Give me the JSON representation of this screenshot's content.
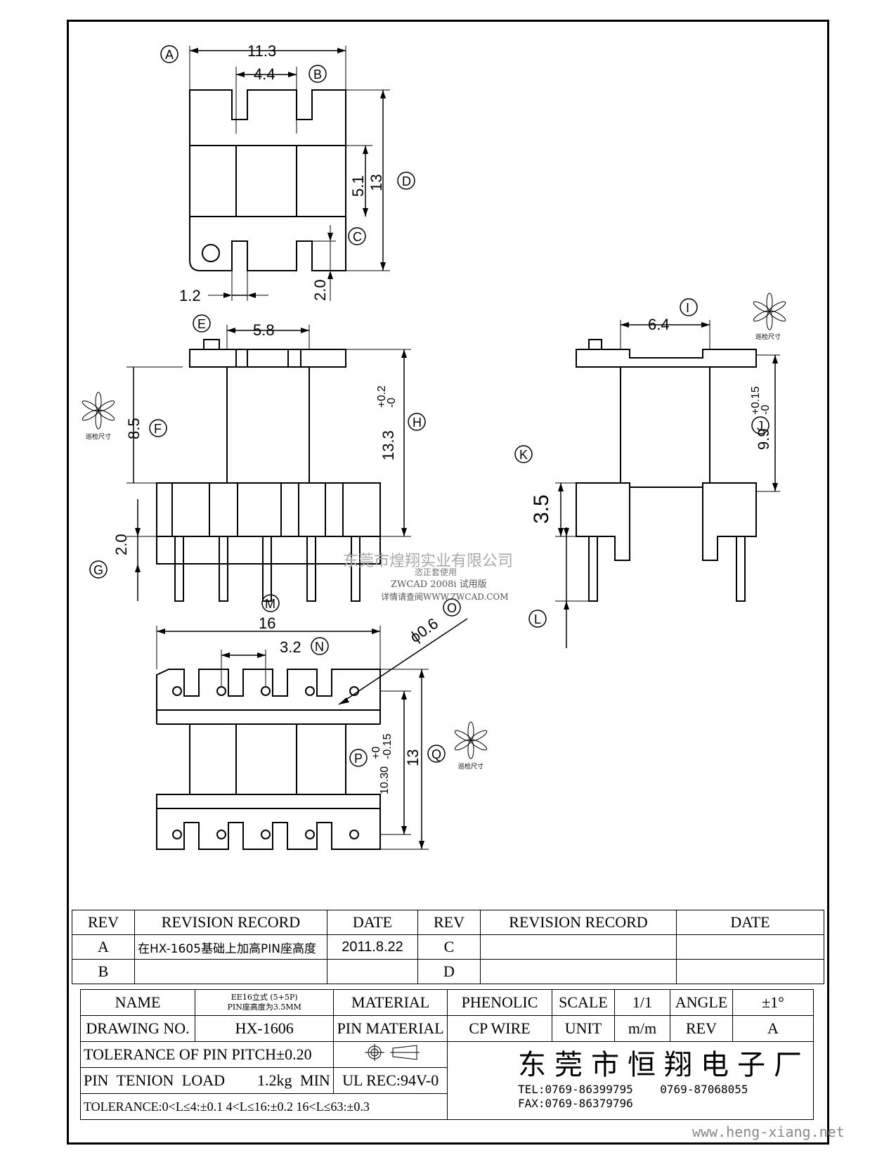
{
  "dims": {
    "a_width": "11.3",
    "b_slot": "4.4",
    "d_height": "13",
    "window_h": "5.1",
    "c_slot_w": "1.2",
    "c_slot_h": "2.0",
    "e_width": "5.8",
    "f_height": "8.5",
    "h_height": "13.3",
    "h_tol_plus": "+0.2",
    "h_tol_minus": "-0",
    "g_height": "2.0",
    "i_width": "6.4",
    "j_height": "9.9",
    "j_tol_plus": "+0.15",
    "j_tol_minus": "-0",
    "k_height": "3.5",
    "m_width": "16",
    "n_pitch": "3.2",
    "o_dia": "ϕ0.6",
    "p_height": "10.30",
    "p_tol_plus": "+0",
    "p_tol_minus": "-0.15",
    "q_height": "13"
  },
  "callouts": [
    "A",
    "B",
    "C",
    "D",
    "E",
    "F",
    "G",
    "H",
    "I",
    "J",
    "K",
    "L",
    "M",
    "N",
    "O",
    "P",
    "Q"
  ],
  "stamp_label": "巡检尺寸",
  "watermark": {
    "company": "东莞市煌翔实业有限公司",
    "line1": "恣正套使用",
    "line2": "ZWCAD 2008i 试用版",
    "line3": "详情请查阅WWW.ZWCAD.COM"
  },
  "revision": {
    "headers": [
      "REV",
      "REVISION RECORD",
      "DATE",
      "REV",
      "REVISION RECORD",
      "DATE"
    ],
    "rows": [
      {
        "rev": "A",
        "record": "在HX-1605基础上加高PIN座高度",
        "date": "2011.8.22",
        "rev2": "C",
        "record2": "",
        "date2": ""
      },
      {
        "rev": "B",
        "record": "",
        "date": "",
        "rev2": "D",
        "record2": "",
        "date2": ""
      }
    ]
  },
  "titleblock": {
    "name_label": "NAME",
    "name_value_1": "EE16立式 (5+5P)",
    "name_value_2": "PIN座高度为3.5MM",
    "material_label": "MATERIAL",
    "material_value": "PHENOLIC",
    "scale_label": "SCALE",
    "scale_value": "1/1",
    "angle_label": "ANGLE",
    "angle_value": "±1°",
    "drawing_no_label": "DRAWING NO.",
    "drawing_no_value": "HX-1606",
    "pin_material_label": "PIN MATERIAL",
    "pin_material_value": "CP WIRE",
    "unit_label": "UNIT",
    "unit_value": "m/m",
    "rev_label": "REV",
    "rev_value": "A",
    "tol_pitch": "TOLERANCE OF PIN PITCH±0.20",
    "pin_load_label": "PIN TENION LOAD",
    "pin_load_value": "1.2kg MIN",
    "ul": "UL REC:94V-0",
    "tolerance": "TOLERANCE:0<L≤4:±0.1  4<L≤16:±0.2  16<L≤63:±0.3",
    "company": "东莞市恒翔电子厂",
    "tel": "TEL:0769-86399795",
    "tel2": "0769-87068055",
    "fax": "FAX:0769-86379796"
  },
  "website": "www.heng-xiang.net"
}
